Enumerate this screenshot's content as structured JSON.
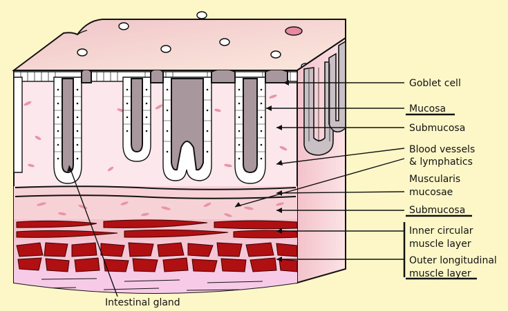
{
  "labels": {
    "goblet_cell": "Goblet cell",
    "mucosa": "Mucosa",
    "submucosa_upper": "Submucosa",
    "blood_vessels_1": "Blood vessels",
    "blood_vessels_2": "& lymphatics",
    "muscularis_1": "Muscularis",
    "muscularis_2": "mucosae",
    "submucosa_lower": "Submucosa",
    "inner_circular_1": "Inner circular",
    "inner_circular_2": "muscle layer",
    "outer_longitudinal_1": "Outer longitudinal",
    "outer_longitudinal_2": "muscle layer",
    "intestinal_gland": "Intestinal gland"
  },
  "colors": {
    "background": "#fdf7c8",
    "top_surface": "#f3cdd1",
    "front_face": "#fce8ec",
    "side_face": "#f0b9c3",
    "gland_lumen": "#a8979c",
    "muscle": "#b01012",
    "base_layer": "#f6c9e6"
  }
}
